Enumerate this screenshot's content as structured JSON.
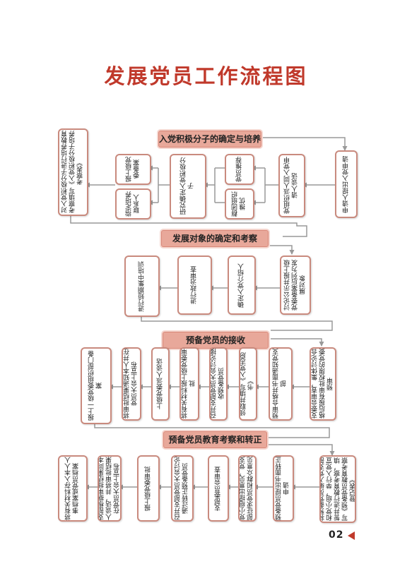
{
  "title": "发展党员工作流程图",
  "stages": [
    {
      "label": "入党积极分子的确定与培养",
      "boxes": {
        "apply": "申请人提出入党申请",
        "assign_talk": "党组织派人同入党申请人谈话",
        "party_recommend": "党员推荐",
        "mass_recommend": "群团组织推优",
        "determine_activist": "研究确定入党积极分子",
        "report_upper": "报上级党委备案",
        "assign_contact": "指定培养联系人",
        "cultivate": "对入党积极分子进行培养教育考察填写《入党积极分子培养考察表》"
      }
    },
    {
      "label": "发展对象的确定和考察",
      "boxes": {
        "discuss_publicize": "讨论公示并报上级党委备案后列为发展对象",
        "sponsors": "确定入党介绍人",
        "political_review": "进行政治审查",
        "training": "进行短期集中培训"
      }
    },
    {
      "label": "预备党员的接收",
      "boxes": {
        "committee_review": "支委会审查，集体讨论合格后报有审批权限的党委预审",
        "prereview_notice": "预审合格并书面通知党支部",
        "fill_form": "领取并填写《入党志愿书》",
        "branch_meeting": "召开支部党员大会讨论接收预备党员",
        "report_materials": "将有关材料报上级党委审批",
        "upper_talk": "上级党委派人谈话",
        "notify_announce": "将审批结果通知本人并在党员大会上宣布",
        "file_archive": "报上一级党委组织部门备案"
      }
    },
    {
      "label": "预备党员教育考察和转正",
      "boxes": {
        "organize_education": "将预备党员编入党支部和党小组，举行入党宣誓并进行教育考察，填写《预备党员教育考察登记表》",
        "written_application": "预备党员提出书面转正申请",
        "group_opinion": "党小组提出意见，党支部征求党员和群众意见",
        "branch_committee": "支部委员会审查",
        "general_meeting": "召开支部党员大会讨论通过转正预备党员",
        "report_approve": "报上级党委审批",
        "notify_result": "支部根据审批结果同本人谈话，并将审批结果在党员大会上宣布",
        "archive_files": "将有关材料存入本人人事档案或党员档案"
      }
    }
  ],
  "page_number": "02",
  "colors": {
    "title": "#c0392b",
    "stage_fill": "#e8a89a",
    "box_border": "#c98a7e",
    "connector": "#999999",
    "page_arrow": "#c0392b"
  }
}
